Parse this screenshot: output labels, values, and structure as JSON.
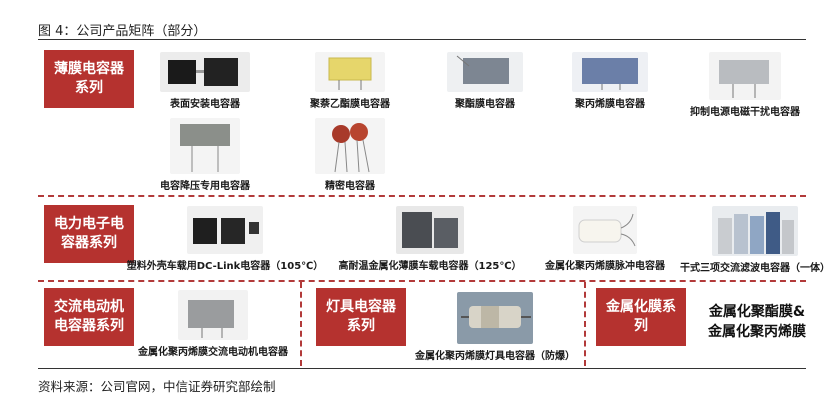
{
  "figure_title": "图 4：公司产品矩阵（部分）",
  "source_note": "资料来源：公司官网，中信证券研究部绘制",
  "accent_color": "#b5322f",
  "categories": {
    "film_capacitors": "薄膜电容器\n系列",
    "power_electronics": "电力电子电\n容器系列",
    "ac_motor": "交流电动机\n电容器系列",
    "lamp": "灯具电容器\n系列",
    "metallized_film": "金属化膜系\n列"
  },
  "products": {
    "smd": "表面安装电容器",
    "pen": "聚萘乙酯膜电容器",
    "pet": "聚酯膜电容器",
    "pp": "聚丙烯膜电容器",
    "emi": "抑制电源电磁干扰电容器",
    "step_down": "电容降压专用电容器",
    "precision": "精密电容器",
    "dc_link": "塑料外壳车载用DC-Link电容器（105℃）",
    "high_temp": "高耐温金属化薄膜车载电容器（125℃）",
    "pulse": "金属化聚丙烯膜脉冲电容器",
    "ac_filter": "干式三项交流滤波电容器（一体）",
    "ac_motor_cap": "金属化聚丙烯膜交流电动机电容器",
    "lamp_cap": "金属化聚丙烯膜灯具电容器（防爆）"
  },
  "metallized_film_text": {
    "line1": "金属化聚酯膜&",
    "line2": "金属化聚丙烯膜"
  },
  "icons": [
    "boxed-capacitor-icon",
    "radial-capacitor-icon",
    "cylindrical-capacitor-icon"
  ]
}
